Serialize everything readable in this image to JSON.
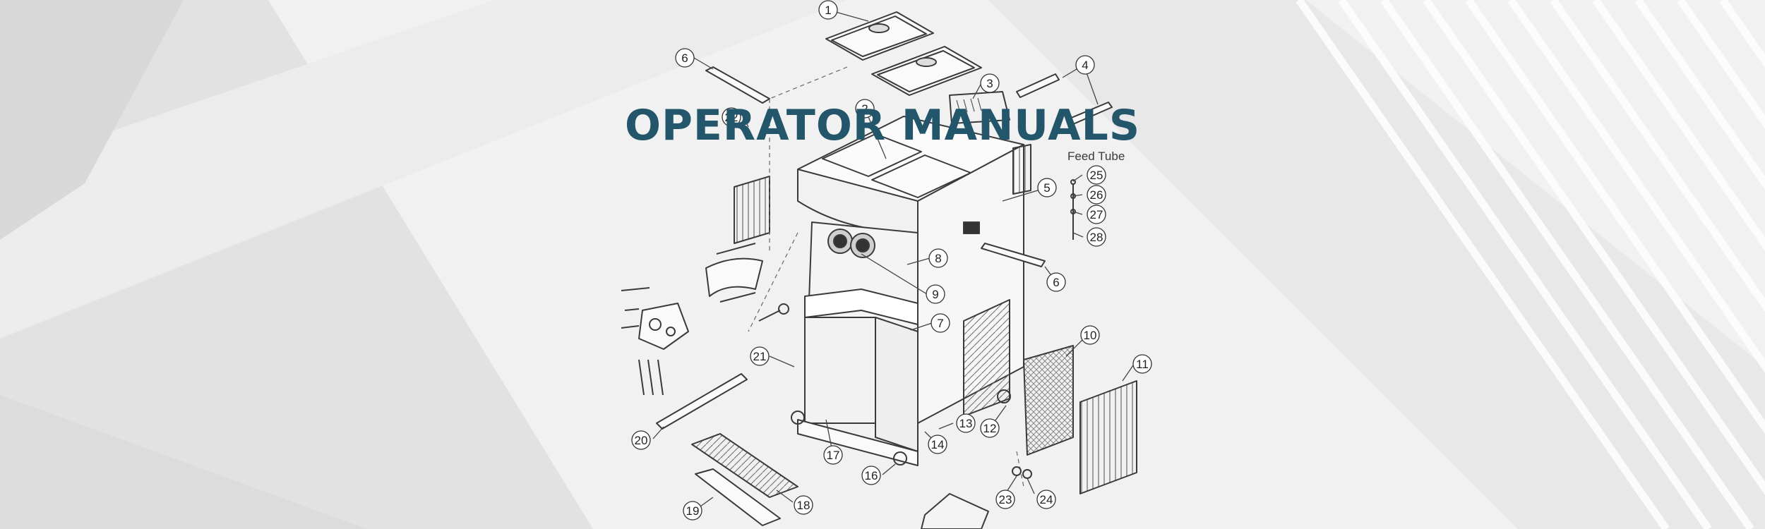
{
  "banner": {
    "title": "OPERATOR MANUALS",
    "caption": "Feed Tube"
  },
  "diagram": {
    "callouts": [
      "1",
      "2",
      "3",
      "4",
      "5",
      "6",
      "6",
      "6",
      "7",
      "8",
      "9",
      "10",
      "11",
      "12",
      "13",
      "14",
      "16",
      "17",
      "18",
      "19",
      "20",
      "21",
      "22",
      "23",
      "24",
      "25",
      "26",
      "27",
      "28"
    ]
  },
  "colors": {
    "title": "#23566b",
    "background": "#f1f1f1",
    "line": "#3a3a3a"
  }
}
